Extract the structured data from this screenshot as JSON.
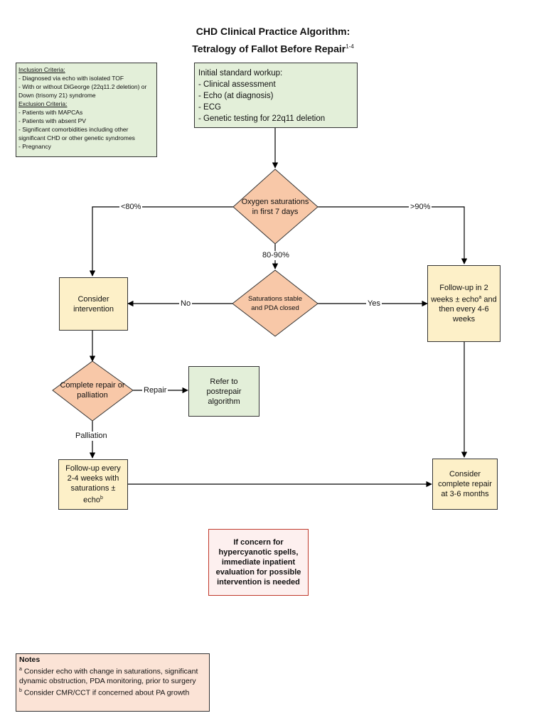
{
  "title": {
    "line1": "CHD Clinical Practice Algorithm:",
    "line2": "Tetralogy of Fallot Before Repair",
    "superscript": "1-4"
  },
  "criteria": {
    "inclusion_heading": "Inclusion Criteria:",
    "inclusion_items": [
      "- Diagnosed via echo with isolated TOF",
      "- With or without DiGeorge (22q11.2 deletion) or Down (trisomy 21) syndrome"
    ],
    "exclusion_heading": "Exclusion Criteria:",
    "exclusion_items": [
      "- Patients with MAPCAs",
      "- Patients with absent PV",
      "- Significant comorbidities including other significant CHD or other genetic syndromes",
      "- Pregnancy"
    ]
  },
  "workup": {
    "heading": "Initial standard workup:",
    "items": [
      "- Clinical assessment",
      "- Echo (at diagnosis)",
      "- ECG",
      "- Genetic testing for 22q11 deletion"
    ]
  },
  "nodes": {
    "oxygen": "Oxygen saturations in first 7 days",
    "stable": "Saturations stable and PDA closed",
    "consider_intervention": "Consider intervention",
    "followup_2weeks_a": "Follow-up in 2 weeks ± echo",
    "followup_2weeks_sup": "a",
    "followup_2weeks_b": " and then every 4-6 weeks",
    "complete_or_palliation": "Complete repair or palliation",
    "refer": "Refer to postrepair algorithm",
    "followup_2to4_a": "Follow-up every 2-4 weeks with saturations ± echo",
    "followup_2to4_sup": "b",
    "consider_complete": "Consider complete repair at 3-6 months",
    "warning": "If concern for hypercyanotic spells, immediate inpatient evaluation for possible intervention is needed"
  },
  "edges": {
    "lt80": "<80%",
    "gt90": ">90%",
    "mid": "80-90%",
    "no": "No",
    "yes": "Yes",
    "repair": "Repair",
    "palliation": "Palliation"
  },
  "notes": {
    "heading": "Notes",
    "a_sup": "a",
    "a_text": " Consider echo with change in saturations, significant dynamic obstruction, PDA monitoring, prior to surgery",
    "b_sup": "b",
    "b_text": " Consider CMR/CCT if concerned about PA growth"
  },
  "colors": {
    "green_box": "#e3efd9",
    "yellow_box": "#fdf0c8",
    "diamond": "#f8c8a8",
    "warning_border": "#c0392b",
    "notes_box": "#fbe3d6"
  }
}
